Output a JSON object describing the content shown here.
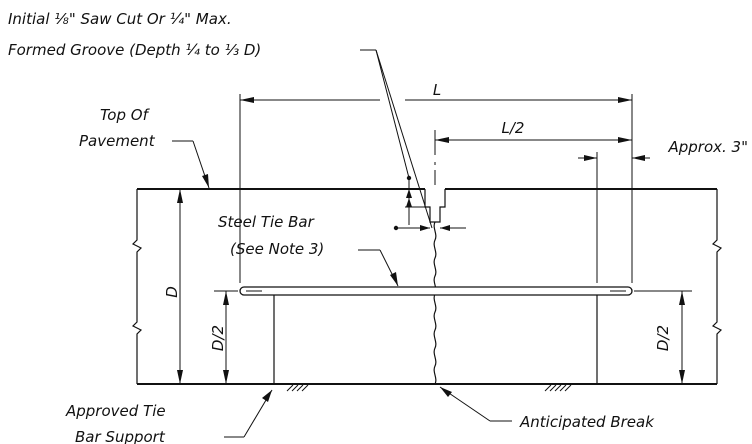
{
  "labels": {
    "saw_cut_line1": "Initial ⅛\" Saw Cut Or ¼\" Max.",
    "saw_cut_line2": "Formed Groove (Depth ¼ to ⅓ D)",
    "dim_L": "L",
    "dim_L_half": "L/2",
    "approx": "Approx. 3\"",
    "top_line1": "Top Of",
    "top_line2": "Pavement",
    "tie_bar_line1": "Steel Tie Bar",
    "tie_bar_line2": "(See Note 3)",
    "dim_D": "D",
    "dim_D_half_left": "D/2",
    "dim_D_half_right": "D/2",
    "support_line1": "Approved Tie",
    "support_line2": "Bar Support",
    "break": "Anticipated Break"
  },
  "colors": {
    "line": "#111111",
    "background": "#ffffff"
  }
}
